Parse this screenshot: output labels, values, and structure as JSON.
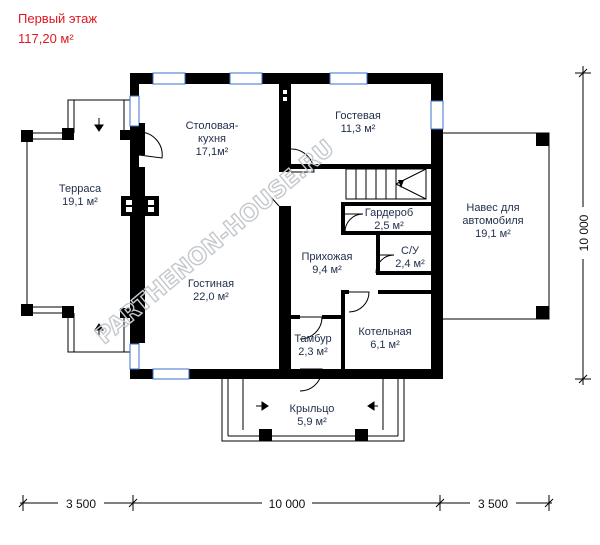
{
  "header": {
    "floor_title": "Первый этаж",
    "total_area": "117,20 м²"
  },
  "rooms": {
    "dining_kitchen": {
      "name1": "Столовая-",
      "name2": "кухня",
      "area": "17,1м²"
    },
    "guest": {
      "name": "Гостевая",
      "area": "11,3 м²"
    },
    "terrace": {
      "name": "Терраса",
      "area": "19,1 м²"
    },
    "carport": {
      "name1": "Навес для",
      "name2": "автомобиля",
      "area": "19,1 м²"
    },
    "wardrobe": {
      "name": "Гардероб",
      "area": "2,5 м²"
    },
    "hall": {
      "name": "Прихожая",
      "area": "9,4 м²"
    },
    "wc": {
      "name": "С/У",
      "area": "2,4 м²"
    },
    "living": {
      "name": "Гостиная",
      "area": "22,0 м²"
    },
    "boiler": {
      "name": "Котельная",
      "area": "6,1 м²"
    },
    "vestibule": {
      "name": "Тамбур",
      "area": "2,3 м²"
    },
    "porch": {
      "name": "Крыльцо",
      "area": "5,9 м²"
    }
  },
  "dimensions": {
    "left": "3 500",
    "center": "10 000",
    "right": "3 500",
    "vertical": "10 000"
  },
  "watermark": "PARTHENON-HOUSE.RU",
  "colors": {
    "wall": "#000000",
    "window": "#3b6fd1",
    "header_text": "#e0181f",
    "room_text": "#1f2d4a",
    "watermark": "#c4c8cc"
  }
}
